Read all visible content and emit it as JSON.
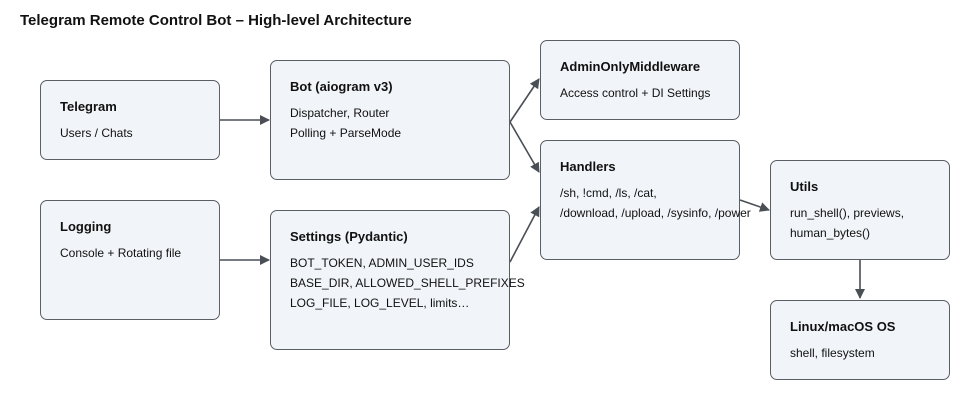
{
  "title": "Telegram Remote Control Bot – High-level Architecture",
  "nodes": {
    "telegram": {
      "title": "Telegram",
      "lines": [
        "Users / Chats"
      ]
    },
    "bot": {
      "title": "Bot (aiogram v3)",
      "lines": [
        "Dispatcher, Router",
        "Polling + ParseMode"
      ]
    },
    "admin": {
      "title": "AdminOnlyMiddleware",
      "lines": [
        "Access control + DI Settings"
      ]
    },
    "handlers": {
      "title": "Handlers",
      "lines": [
        "/sh, !cmd, /ls, /cat,",
        "/download, /upload, /sysinfo, /power"
      ]
    },
    "logging": {
      "title": "Logging",
      "lines": [
        "Console + Rotating file"
      ]
    },
    "settings": {
      "title": "Settings (Pydantic)",
      "lines": [
        "BOT_TOKEN, ADMIN_USER_IDS",
        "BASE_DIR, ALLOWED_SHELL_PREFIXES",
        "LOG_FILE, LOG_LEVEL, limits…"
      ]
    },
    "utils": {
      "title": "Utils",
      "lines": [
        "run_shell(), previews,",
        "human_bytes()"
      ]
    },
    "os": {
      "title": "Linux/macOS OS",
      "lines": [
        "shell, filesystem"
      ]
    }
  },
  "edges": [
    {
      "from": "telegram",
      "to": "bot"
    },
    {
      "from": "bot",
      "to": "admin"
    },
    {
      "from": "bot",
      "to": "handlers"
    },
    {
      "from": "logging",
      "to": "settings"
    },
    {
      "from": "settings",
      "to": "handlers"
    },
    {
      "from": "handlers",
      "to": "utils"
    },
    {
      "from": "utils",
      "to": "os"
    }
  ]
}
